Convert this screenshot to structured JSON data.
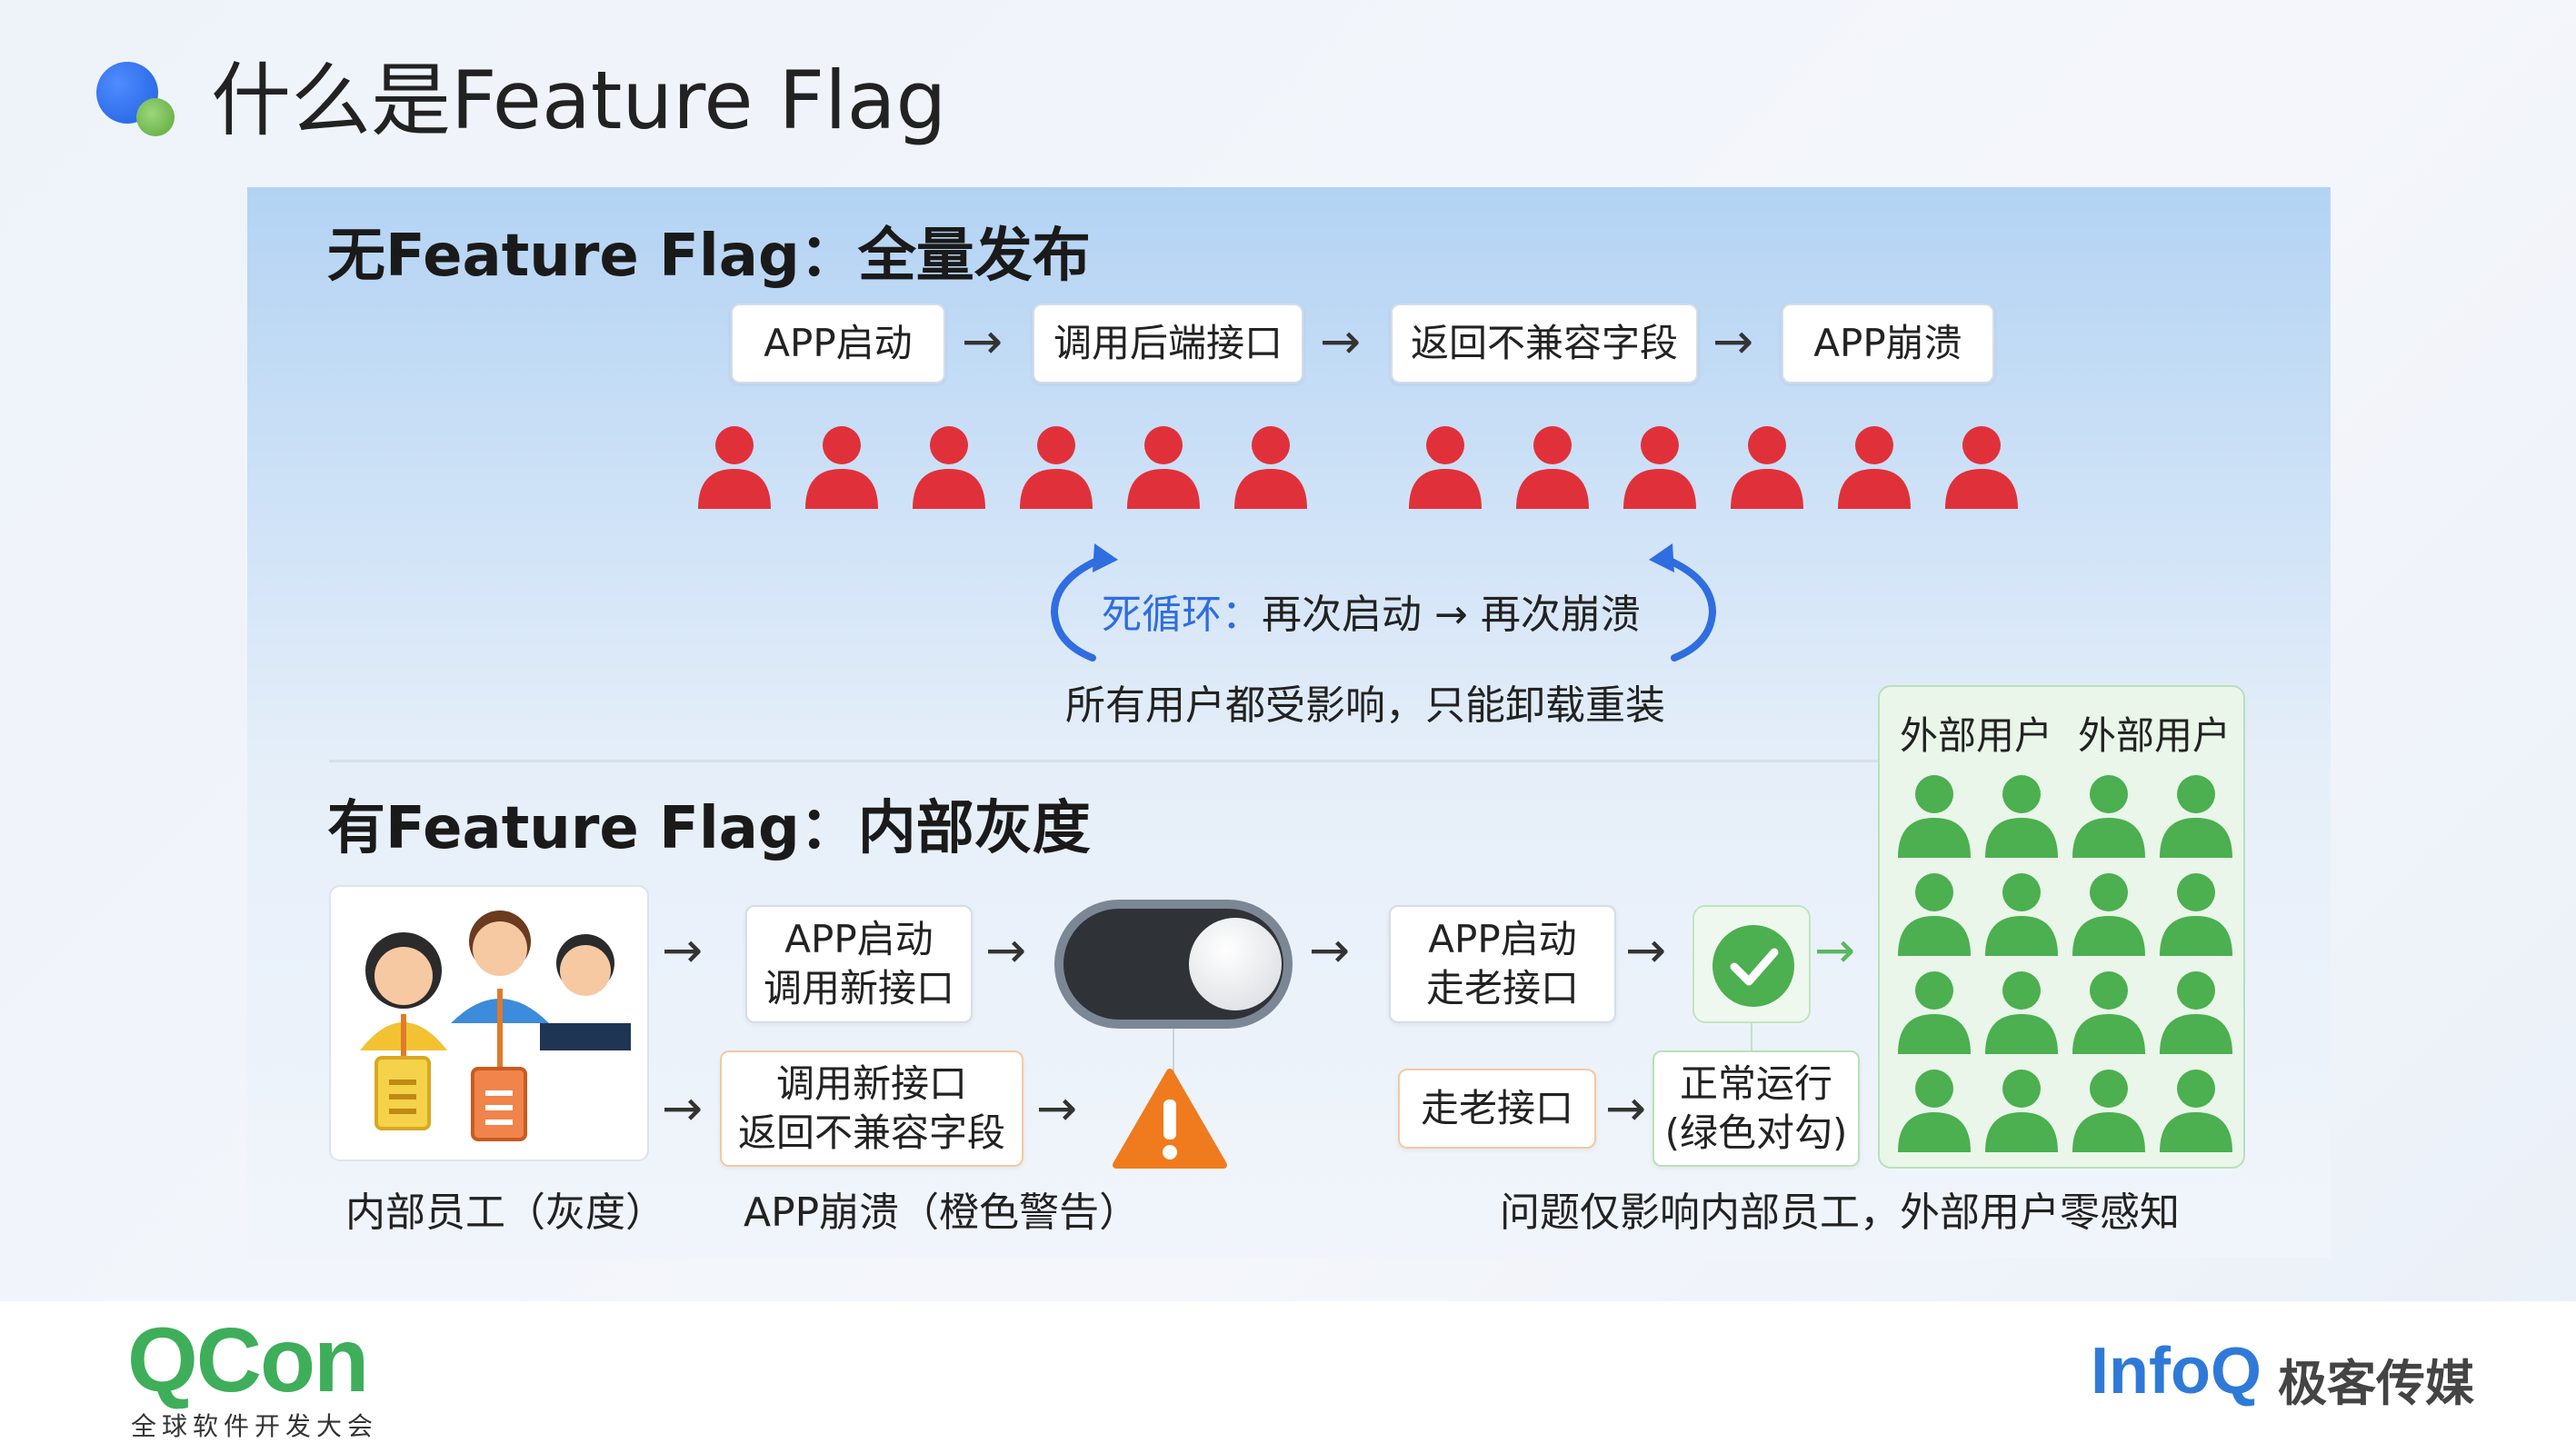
{
  "header": {
    "title": "什么是Feature Flag"
  },
  "no_flag": {
    "title": "无Feature Flag：全量发布",
    "steps": [
      "APP启动",
      "调用后端接口",
      "返回不兼容字段",
      "APP崩溃"
    ],
    "arrow": "→",
    "loop_label": "死循环：",
    "loop_text": "再次启动 → 再次崩溃",
    "impact": "所有用户都受影响，只能卸载重装",
    "colors": {
      "affected_user": "#e0313a"
    }
  },
  "with_flag": {
    "title": "有Feature Flag：内部灰度",
    "staff_label": "内部员工（灰度）",
    "top_step": "APP启动\n调用新接口",
    "bottom_step": "调用新接口\n返回不兼容字段",
    "crash_label": "APP崩溃（橙色警告）",
    "right_top_step": "APP启动\n走老接口",
    "right_bottom_step": "走老接口",
    "ok_step": "正常运行\n(绿色对勾)",
    "external_label_1": "外部用户",
    "external_label_2": "外部用户",
    "conclusion": "问题仅影响内部员工，外部用户零感知",
    "colors": {
      "external_user": "#4caf50",
      "warning": "#f07b1e"
    }
  },
  "footer": {
    "qcon": "QCon",
    "qcon_sub": "全球软件开发大会",
    "infoq": "InfoQ",
    "infoq_cn": "极客传媒"
  }
}
